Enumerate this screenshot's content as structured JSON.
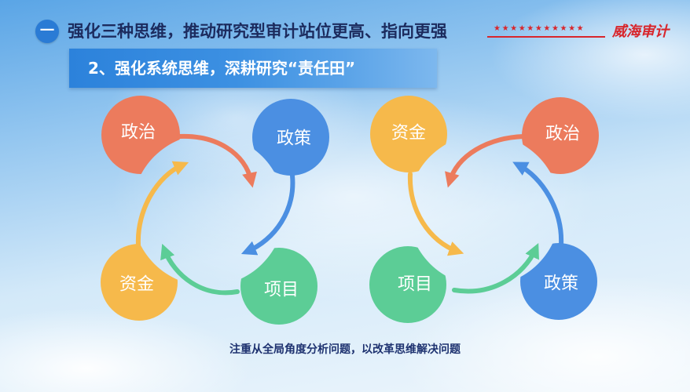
{
  "header": {
    "badge": "一",
    "title": "强化三种思维，推动研究型审计站位更高、指向更强",
    "stars": "★★★★★★★★★★★",
    "org_logo": "威海审计"
  },
  "subtitle": "2、强化系统思维，深耕研究“责任田”",
  "colors": {
    "orange": "#ec7b5d",
    "blue": "#4b8fe2",
    "green": "#5ccd96",
    "yellow": "#f6b94b",
    "title": "#1c2b5e",
    "logo_red": "#d8262c"
  },
  "diagrams": [
    {
      "direction": "clockwise",
      "nodes": [
        {
          "label": "政治",
          "color": "orange"
        },
        {
          "label": "政策",
          "color": "blue"
        },
        {
          "label": "项目",
          "color": "green"
        },
        {
          "label": "资金",
          "color": "yellow"
        }
      ]
    },
    {
      "direction": "counterclockwise",
      "nodes": [
        {
          "label": "资金",
          "color": "yellow"
        },
        {
          "label": "政治",
          "color": "orange"
        },
        {
          "label": "政策",
          "color": "blue"
        },
        {
          "label": "项目",
          "color": "green"
        }
      ]
    }
  ],
  "footer": "注重从全局角度分析问题，以改革思维解决问题"
}
